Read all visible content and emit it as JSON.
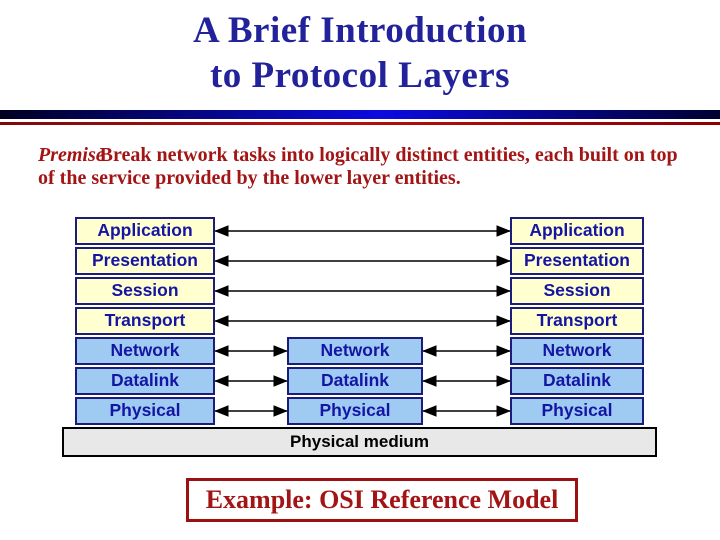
{
  "title": {
    "line1": "A Brief Introduction",
    "line2": "to Protocol Layers"
  },
  "premise": {
    "lead": "Premise",
    "body": "Break network tasks into logically distinct entities, each built on top of the service provided by the lower layer entities."
  },
  "diagram": {
    "left_stack": [
      "Application",
      "Presentation",
      "Session",
      "Transport",
      "Network",
      "Datalink",
      "Physical"
    ],
    "middle_stack": [
      "Network",
      "Datalink",
      "Physical"
    ],
    "right_stack": [
      "Application",
      "Presentation",
      "Session",
      "Transport",
      "Network",
      "Datalink",
      "Physical"
    ],
    "medium_label": "Physical medium"
  },
  "example": {
    "label": "Example: OSI Reference Model"
  },
  "colors": {
    "title_navy": "#22229A",
    "box_border_navy": "#1C1C7A",
    "box_text_navy": "#1515A3",
    "upper_layer_fill": "#FFFFCF",
    "lower_layer_fill": "#9FCBF2",
    "medium_fill": "#E8E8E8",
    "dark_red_text": "#A31515",
    "example_border_red": "#9B1010",
    "separator_blue": "#0B0BDF",
    "separator_red": "#B61111",
    "arrow_black": "#000000"
  }
}
